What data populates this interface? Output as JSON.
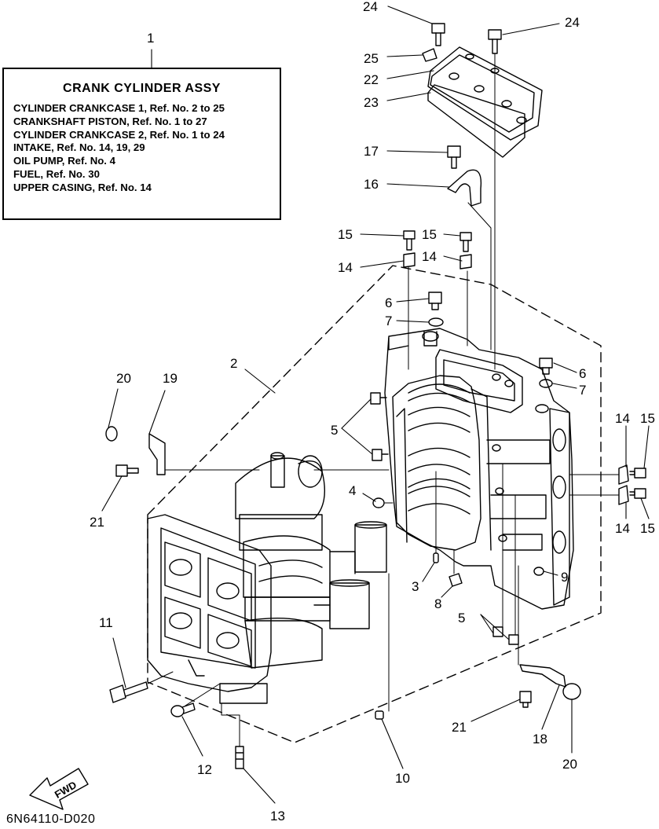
{
  "assembly": {
    "callout": "1",
    "title": "CRANK CYLINDER ASSY",
    "lines": [
      "CYLINDER CRANKCASE 1,  Ref. No. 2 to 25",
      "CRANKSHAFT PISTON,  Ref. No. 1 to 27",
      "CYLINDER CRANKCASE 2,  Ref. No. 1 to 24",
      "INTAKE,  Ref. No. 14, 19, 29",
      "OIL PUMP,  Ref. No. 4",
      "FUEL,  Ref. No. 30",
      "UPPER CASING,  Ref. No. 14"
    ]
  },
  "callouts": [
    {
      "id": "c24a",
      "label": "24"
    },
    {
      "id": "c24b",
      "label": "24"
    },
    {
      "id": "c25",
      "label": "25"
    },
    {
      "id": "c22",
      "label": "22"
    },
    {
      "id": "c23",
      "label": "23"
    },
    {
      "id": "c17",
      "label": "17"
    },
    {
      "id": "c16",
      "label": "16"
    },
    {
      "id": "c15a",
      "label": "15"
    },
    {
      "id": "c15b",
      "label": "15"
    },
    {
      "id": "c14a",
      "label": "14"
    },
    {
      "id": "c14b",
      "label": "14"
    },
    {
      "id": "c6a",
      "label": "6"
    },
    {
      "id": "c7a",
      "label": "7"
    },
    {
      "id": "c6b",
      "label": "6"
    },
    {
      "id": "c7b",
      "label": "7"
    },
    {
      "id": "c2",
      "label": "2"
    },
    {
      "id": "c20a",
      "label": "20"
    },
    {
      "id": "c19",
      "label": "19"
    },
    {
      "id": "c5a",
      "label": "5"
    },
    {
      "id": "c14c",
      "label": "14"
    },
    {
      "id": "c15c",
      "label": "15"
    },
    {
      "id": "c21a",
      "label": "21"
    },
    {
      "id": "c4",
      "label": "4"
    },
    {
      "id": "c14d",
      "label": "14"
    },
    {
      "id": "c15d",
      "label": "15"
    },
    {
      "id": "c3",
      "label": "3"
    },
    {
      "id": "c8",
      "label": "8"
    },
    {
      "id": "c9",
      "label": "9"
    },
    {
      "id": "c5b",
      "label": "5"
    },
    {
      "id": "c11",
      "label": "11"
    },
    {
      "id": "c21b",
      "label": "21"
    },
    {
      "id": "c18",
      "label": "18"
    },
    {
      "id": "c20b",
      "label": "20"
    },
    {
      "id": "c12",
      "label": "12"
    },
    {
      "id": "c10",
      "label": "10"
    },
    {
      "id": "c13",
      "label": "13"
    }
  ],
  "fwd_label": "FWD",
  "diagram_code": "6N64110-D020"
}
